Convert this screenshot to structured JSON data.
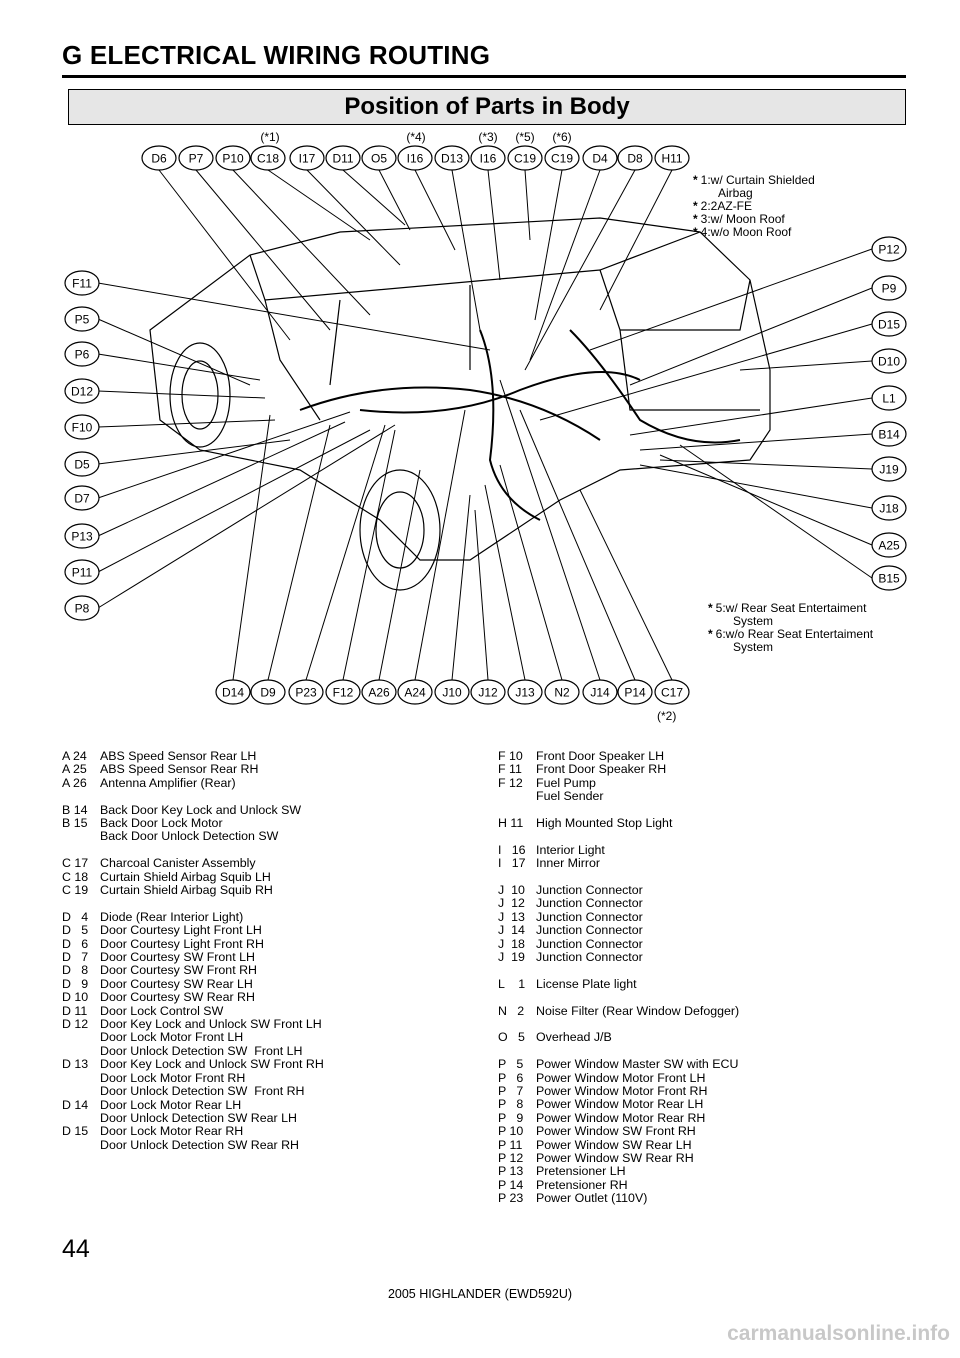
{
  "header": {
    "title": "G  ELECTRICAL WIRING ROUTING"
  },
  "subtitle": "Position of Parts in Body",
  "diagram": {
    "top_labels": [
      "D6",
      "P7",
      "P10",
      "C18",
      "I17",
      "D11",
      "O5",
      "I16",
      "D13",
      "I16",
      "C19",
      "C19",
      "D4",
      "D8",
      "H11"
    ],
    "top_notes": [
      "(*1)",
      "(*4)",
      "(*3)",
      "(*5)",
      "(*6)"
    ],
    "left_labels": [
      "F11",
      "P5",
      "P6",
      "D12",
      "F10",
      "D5",
      "D7",
      "P13",
      "P11",
      "P8"
    ],
    "right_labels": [
      "P12",
      "P9",
      "D15",
      "D10",
      "L1",
      "B14",
      "J19",
      "J18",
      "A25",
      "B15"
    ],
    "bottom_labels": [
      "D14",
      "D9",
      "P23",
      "F12",
      "A26",
      "A24",
      "J10",
      "J12",
      "J13",
      "N2",
      "J14",
      "P14",
      "C17"
    ],
    "bottom_note": "(*2)",
    "notes_top": [
      {
        "star": "*",
        "text": "1:w/ Curtain Shielded"
      },
      {
        "star": "",
        "text": "Airbag"
      },
      {
        "star": "*",
        "text": "2:2AZ-FE"
      },
      {
        "star": "*",
        "text": "3:w/ Moon Roof"
      },
      {
        "star": "*",
        "text": "4:w/o Moon Roof"
      }
    ],
    "notes_bottom": [
      {
        "star": "*",
        "text": "5:w/ Rear Seat Entertaiment"
      },
      {
        "star": "",
        "text": "System"
      },
      {
        "star": "*",
        "text": "6:w/o Rear Seat Entertaiment"
      },
      {
        "star": "",
        "text": "System"
      }
    ]
  },
  "legend_left": [
    {
      "code": "A 24",
      "desc": "ABS Speed Sensor Rear LH"
    },
    {
      "code": "A 25",
      "desc": "ABS Speed Sensor Rear RH"
    },
    {
      "code": "A 26",
      "desc": "Antenna Amplifier (Rear)"
    },
    {
      "code": "",
      "desc": ""
    },
    {
      "code": "B 14",
      "desc": "Back Door Key Lock and Unlock SW"
    },
    {
      "code": "B 15",
      "desc": "Back Door Lock Motor"
    },
    {
      "code": "",
      "desc": "Back Door Unlock Detection SW"
    },
    {
      "code": "",
      "desc": ""
    },
    {
      "code": "C 17",
      "desc": "Charcoal Canister Assembly"
    },
    {
      "code": "C 18",
      "desc": "Curtain Shield Airbag Squib LH"
    },
    {
      "code": "C 19",
      "desc": "Curtain Shield Airbag Squib RH"
    },
    {
      "code": "",
      "desc": ""
    },
    {
      "code": "D   4",
      "desc": "Diode (Rear Interior Light)"
    },
    {
      "code": "D   5",
      "desc": "Door Courtesy Light Front LH"
    },
    {
      "code": "D   6",
      "desc": "Door Courtesy Light Front RH"
    },
    {
      "code": "D   7",
      "desc": "Door Courtesy SW Front LH"
    },
    {
      "code": "D   8",
      "desc": "Door Courtesy SW Front RH"
    },
    {
      "code": "D   9",
      "desc": "Door Courtesy SW Rear LH"
    },
    {
      "code": "D 10",
      "desc": "Door Courtesy SW Rear RH"
    },
    {
      "code": "D 11",
      "desc": "Door Lock Control SW"
    },
    {
      "code": "D 12",
      "desc": "Door Key Lock and Unlock SW Front LH"
    },
    {
      "code": "",
      "desc": "Door Lock Motor Front LH"
    },
    {
      "code": "",
      "desc": "Door Unlock Detection SW  Front LH"
    },
    {
      "code": "D 13",
      "desc": "Door Key Lock and Unlock SW Front RH"
    },
    {
      "code": "",
      "desc": "Door Lock Motor Front RH"
    },
    {
      "code": "",
      "desc": "Door Unlock Detection SW  Front RH"
    },
    {
      "code": "D 14",
      "desc": "Door Lock Motor Rear LH"
    },
    {
      "code": "",
      "desc": "Door Unlock Detection SW Rear LH"
    },
    {
      "code": "D 15",
      "desc": "Door Lock Motor Rear RH"
    },
    {
      "code": "",
      "desc": "Door Unlock Detection SW Rear RH"
    }
  ],
  "legend_right": [
    {
      "code": "F 10",
      "desc": "Front Door Speaker LH"
    },
    {
      "code": "F 11",
      "desc": "Front Door Speaker RH"
    },
    {
      "code": "F 12",
      "desc": "Fuel Pump"
    },
    {
      "code": "",
      "desc": "Fuel Sender"
    },
    {
      "code": "",
      "desc": ""
    },
    {
      "code": "H 11",
      "desc": "High Mounted Stop Light"
    },
    {
      "code": "",
      "desc": ""
    },
    {
      "code": "I   16",
      "desc": "Interior Light"
    },
    {
      "code": "I   17",
      "desc": "Inner Mirror"
    },
    {
      "code": "",
      "desc": ""
    },
    {
      "code": "J  10",
      "desc": "Junction Connector"
    },
    {
      "code": "J  12",
      "desc": "Junction Connector"
    },
    {
      "code": "J  13",
      "desc": "Junction Connector"
    },
    {
      "code": "J  14",
      "desc": "Junction Connector"
    },
    {
      "code": "J  18",
      "desc": "Junction Connector"
    },
    {
      "code": "J  19",
      "desc": "Junction Connector"
    },
    {
      "code": "",
      "desc": ""
    },
    {
      "code": "L    1",
      "desc": "License Plate light"
    },
    {
      "code": "",
      "desc": ""
    },
    {
      "code": "N   2",
      "desc": "Noise Filter (Rear Window Defogger)"
    },
    {
      "code": "",
      "desc": ""
    },
    {
      "code": "O   5",
      "desc": "Overhead J/B"
    },
    {
      "code": "",
      "desc": ""
    },
    {
      "code": "P   5",
      "desc": "Power Window Master SW with ECU"
    },
    {
      "code": "P   6",
      "desc": "Power Window Motor Front LH"
    },
    {
      "code": "P   7",
      "desc": "Power Window Motor Front RH"
    },
    {
      "code": "P   8",
      "desc": "Power Window Motor Rear LH"
    },
    {
      "code": "P   9",
      "desc": "Power Window Motor Rear RH"
    },
    {
      "code": "P 10",
      "desc": "Power Window SW Front RH"
    },
    {
      "code": "P 11",
      "desc": "Power Window SW Rear LH"
    },
    {
      "code": "P 12",
      "desc": "Power Window SW Rear RH"
    },
    {
      "code": "P 13",
      "desc": "Pretensioner LH"
    },
    {
      "code": "P 14",
      "desc": "Pretensioner RH"
    },
    {
      "code": "P 23",
      "desc": "Power Outlet (110V)"
    }
  ],
  "page_number": "44",
  "footer": "2005 HIGHLANDER (EWD592U)",
  "watermark": "carmanualsonline.info"
}
